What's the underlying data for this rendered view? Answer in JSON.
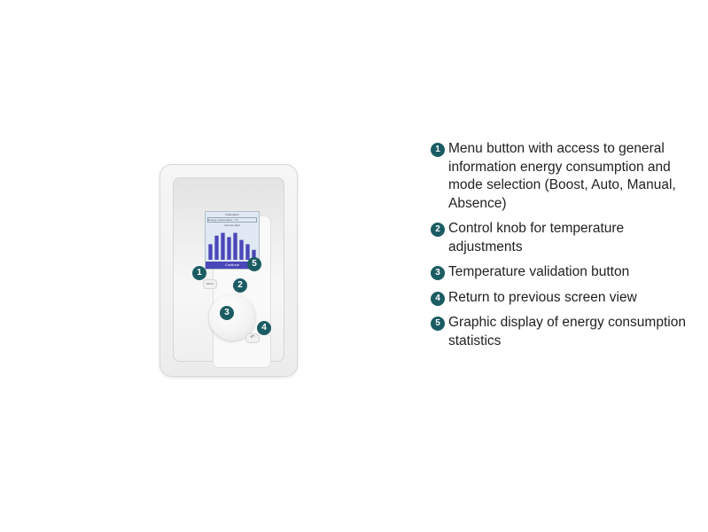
{
  "device": {
    "screen": {
      "title": "Information",
      "subtitle": "Energy consumption - T2",
      "period": "Last five days",
      "button_label": "Continue",
      "bar_color": "#4a47b8",
      "bars": [
        0.55,
        0.85,
        0.95,
        0.8,
        0.95,
        0.7,
        0.55,
        0.35
      ]
    },
    "menu_label": "MENU",
    "return_icon": "return-arrow-icon"
  },
  "accent_color": "#1b5c63",
  "legend": [
    {
      "num": "1",
      "text": "Menu button with access to general information energy consumption and mode selection (Boost, Auto, Manual, Absence)"
    },
    {
      "num": "2",
      "text": "Control knob for temperature adjustments"
    },
    {
      "num": "3",
      "text": "Temperature validation button"
    },
    {
      "num": "4",
      "text": "Return to previous screen view"
    },
    {
      "num": "5",
      "text": "Graphic display of energy consumption statistics"
    }
  ]
}
